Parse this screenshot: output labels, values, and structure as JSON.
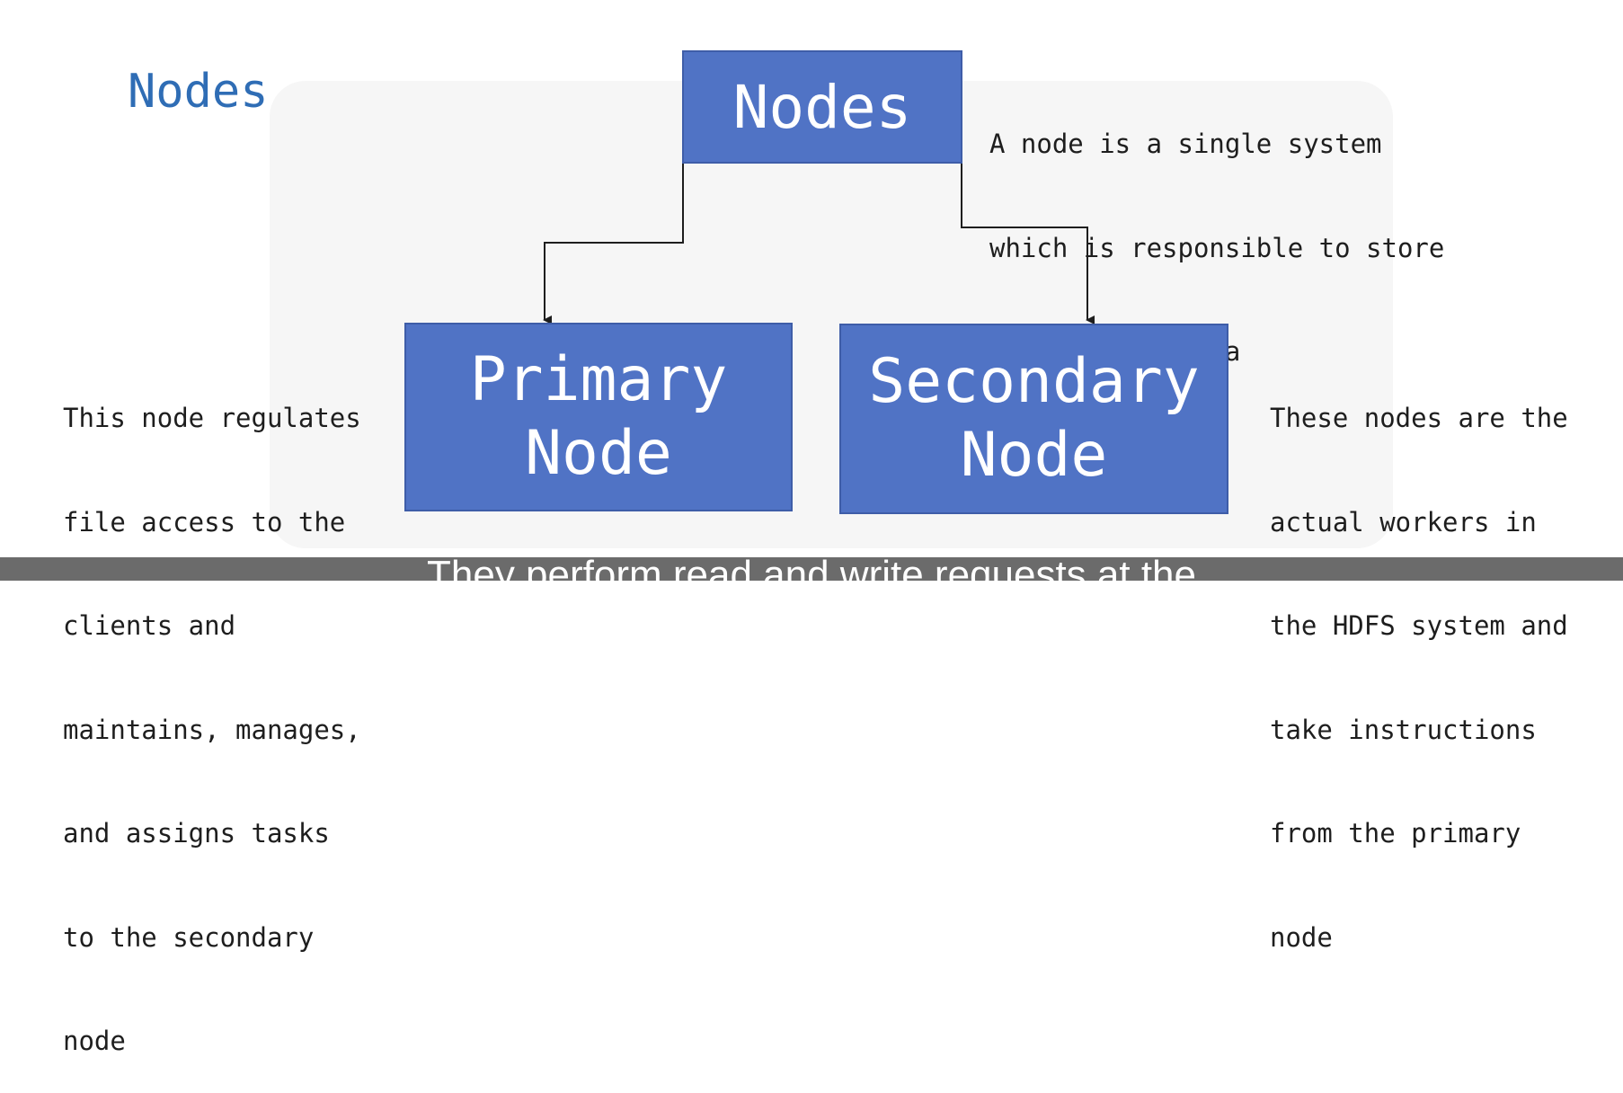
{
  "slide": {
    "title": "Nodes"
  },
  "diagram": {
    "top_node": {
      "label": "Nodes"
    },
    "top_description": [
      "A node is a single system",
      "which is responsible to store",
      "and process data"
    ],
    "primary_node": {
      "line1": "Primary",
      "line2": "Node"
    },
    "primary_description": [
      "This node regulates",
      "file access to the",
      "clients and",
      "maintains, manages,",
      "and assigns tasks",
      "to the secondary",
      "node"
    ],
    "secondary_node": {
      "line1": "Secondary",
      "line2": "Node"
    },
    "secondary_description": [
      "These nodes are the",
      "actual workers in",
      "the HDFS system and",
      "take instructions",
      "from the primary",
      "node"
    ]
  },
  "caption": {
    "text": "They perform read and write requests at the"
  },
  "colors": {
    "title": "#2f6db5",
    "box_fill": "#5073c5",
    "box_border": "#3e5da8",
    "caption_bar": "#6b6b6b"
  }
}
